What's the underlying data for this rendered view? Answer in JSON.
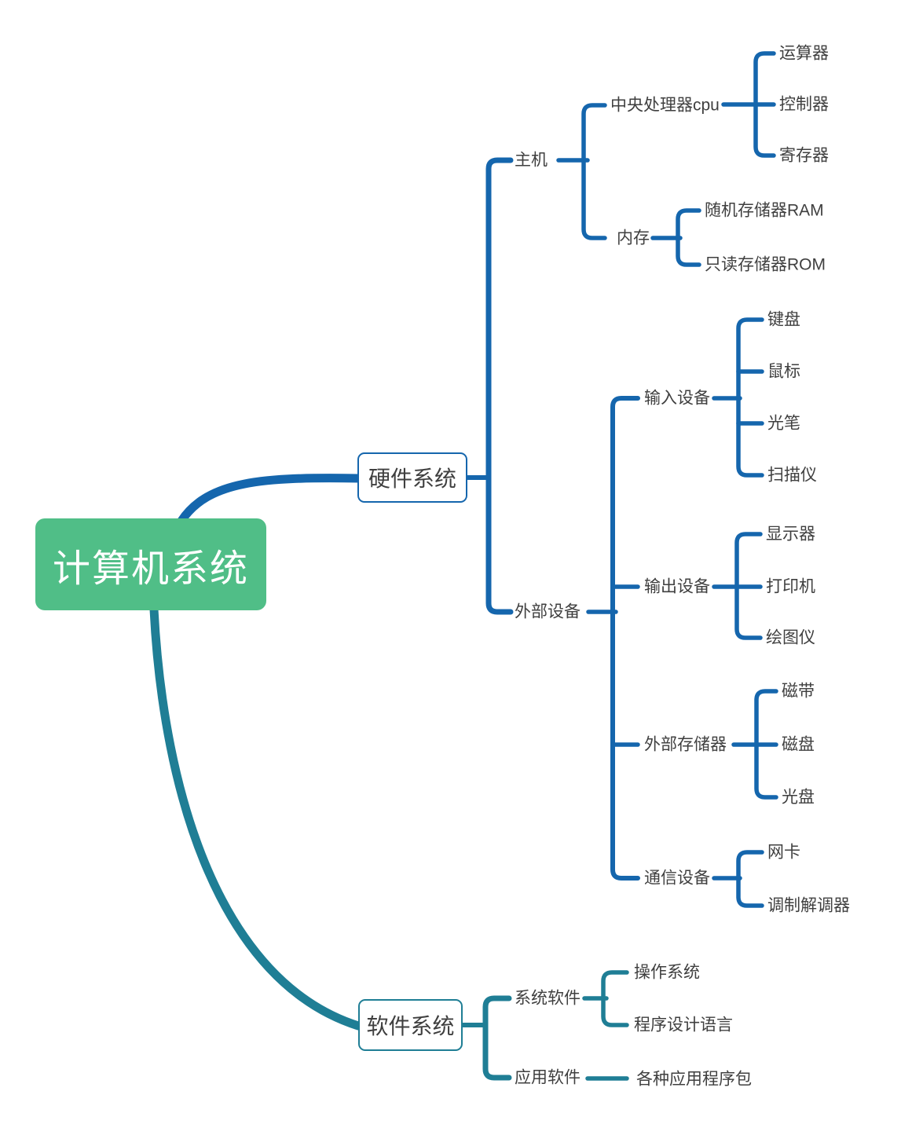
{
  "mindmap": {
    "root": {
      "label": "计算机系统"
    },
    "branches": [
      {
        "label": "硬件系统",
        "children": [
          {
            "label": "主机",
            "children": [
              {
                "label": "中央处理器cpu",
                "children": [
                  {
                    "label": "运算器"
                  },
                  {
                    "label": "控制器"
                  },
                  {
                    "label": "寄存器"
                  }
                ]
              },
              {
                "label": "内存",
                "children": [
                  {
                    "label": "随机存储器RAM"
                  },
                  {
                    "label": "只读存储器ROM"
                  }
                ]
              }
            ]
          },
          {
            "label": "外部设备",
            "children": [
              {
                "label": "输入设备",
                "children": [
                  {
                    "label": "键盘"
                  },
                  {
                    "label": "鼠标"
                  },
                  {
                    "label": "光笔"
                  },
                  {
                    "label": "扫描仪"
                  }
                ]
              },
              {
                "label": "输出设备",
                "children": [
                  {
                    "label": "显示器"
                  },
                  {
                    "label": "打印机"
                  },
                  {
                    "label": "绘图仪"
                  }
                ]
              },
              {
                "label": "外部存储器",
                "children": [
                  {
                    "label": "磁带"
                  },
                  {
                    "label": "磁盘"
                  },
                  {
                    "label": "光盘"
                  }
                ]
              },
              {
                "label": "通信设备",
                "children": [
                  {
                    "label": "网卡"
                  },
                  {
                    "label": "调制解调器"
                  }
                ]
              }
            ]
          }
        ]
      },
      {
        "label": "软件系统",
        "children": [
          {
            "label": "系统软件",
            "children": [
              {
                "label": "操作系统"
              },
              {
                "label": "程序设计语言"
              }
            ]
          },
          {
            "label": "应用软件",
            "children": [
              {
                "label": "各种应用程序包"
              }
            ]
          }
        ]
      }
    ],
    "colors": {
      "root_bg": "#50be87",
      "root_text": "#ffffff",
      "hardware_accent": "#1566ad",
      "software_accent": "#1f7e95",
      "label_text": "#3f3f3f",
      "node_box_bg": "#ffffff"
    }
  }
}
